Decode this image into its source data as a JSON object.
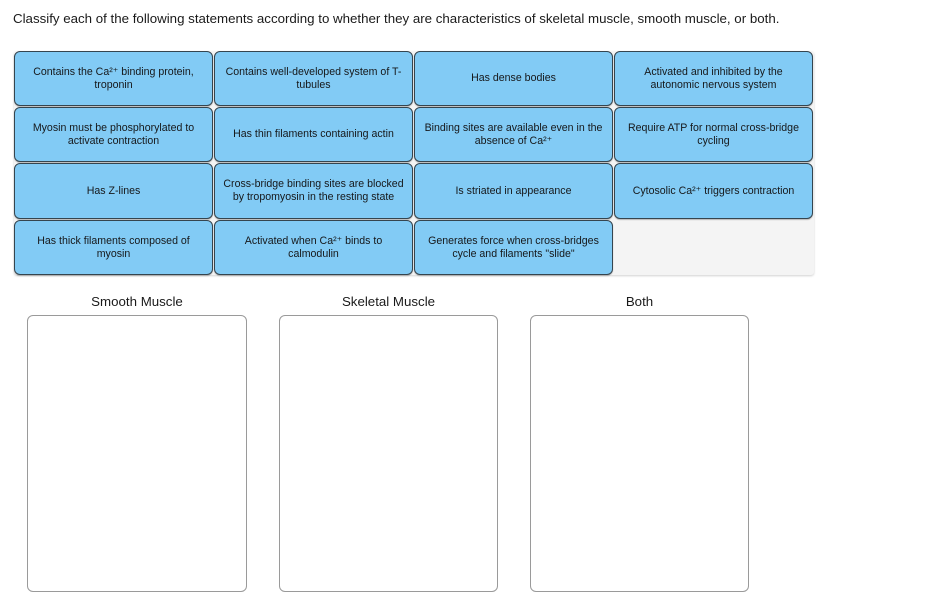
{
  "prompt": "Classify each of the following statements according to whether they are characteristics of skeletal muscle, smooth muscle, or both.",
  "colors": {
    "tile_fill": "#82cbf5",
    "tile_border": "#35454f",
    "bank_bg": "#f4f4f4",
    "dropzone_border": "#9a9a9a",
    "text": "#16181a"
  },
  "tiles": [
    {
      "id": "tile-troponin",
      "text": "Contains the Ca²⁺ binding protein, troponin"
    },
    {
      "id": "tile-t-tubules",
      "text": "Contains well-developed system of T-tubules"
    },
    {
      "id": "tile-dense-bodies",
      "text": "Has dense bodies"
    },
    {
      "id": "tile-autonomic",
      "text": "Activated and inhibited by the autonomic nervous system"
    },
    {
      "id": "tile-myosin-phos",
      "text": "Myosin must be phosphorylated to activate contraction"
    },
    {
      "id": "tile-thin-filaments",
      "text": "Has thin filaments containing actin"
    },
    {
      "id": "tile-binding-sites",
      "text": "Binding sites are available even in the absence of Ca²⁺"
    },
    {
      "id": "tile-require-atp",
      "text": "Require ATP for normal cross-bridge cycling"
    },
    {
      "id": "tile-z-lines",
      "text": "Has Z-lines"
    },
    {
      "id": "tile-tropomyosin",
      "text": "Cross-bridge binding sites are blocked by tropomyosin in the resting state"
    },
    {
      "id": "tile-striated",
      "text": "Is striated in appearance"
    },
    {
      "id": "tile-cytosolic-ca",
      "text": "Cytosolic Ca²⁺ triggers contraction"
    },
    {
      "id": "tile-thick-filaments",
      "text": "Has thick filaments composed of myosin"
    },
    {
      "id": "tile-calmodulin",
      "text": "Activated when Ca²⁺ binds to calmodulin"
    },
    {
      "id": "tile-generates-force",
      "text": "Generates force when cross-bridges cycle and filaments \"slide\""
    }
  ],
  "dropzones": [
    {
      "id": "dropzone-smooth-muscle",
      "label": "Smooth Muscle",
      "items": []
    },
    {
      "id": "dropzone-skeletal-muscle",
      "label": "Skeletal Muscle",
      "items": []
    },
    {
      "id": "dropzone-both",
      "label": "Both",
      "items": []
    }
  ]
}
